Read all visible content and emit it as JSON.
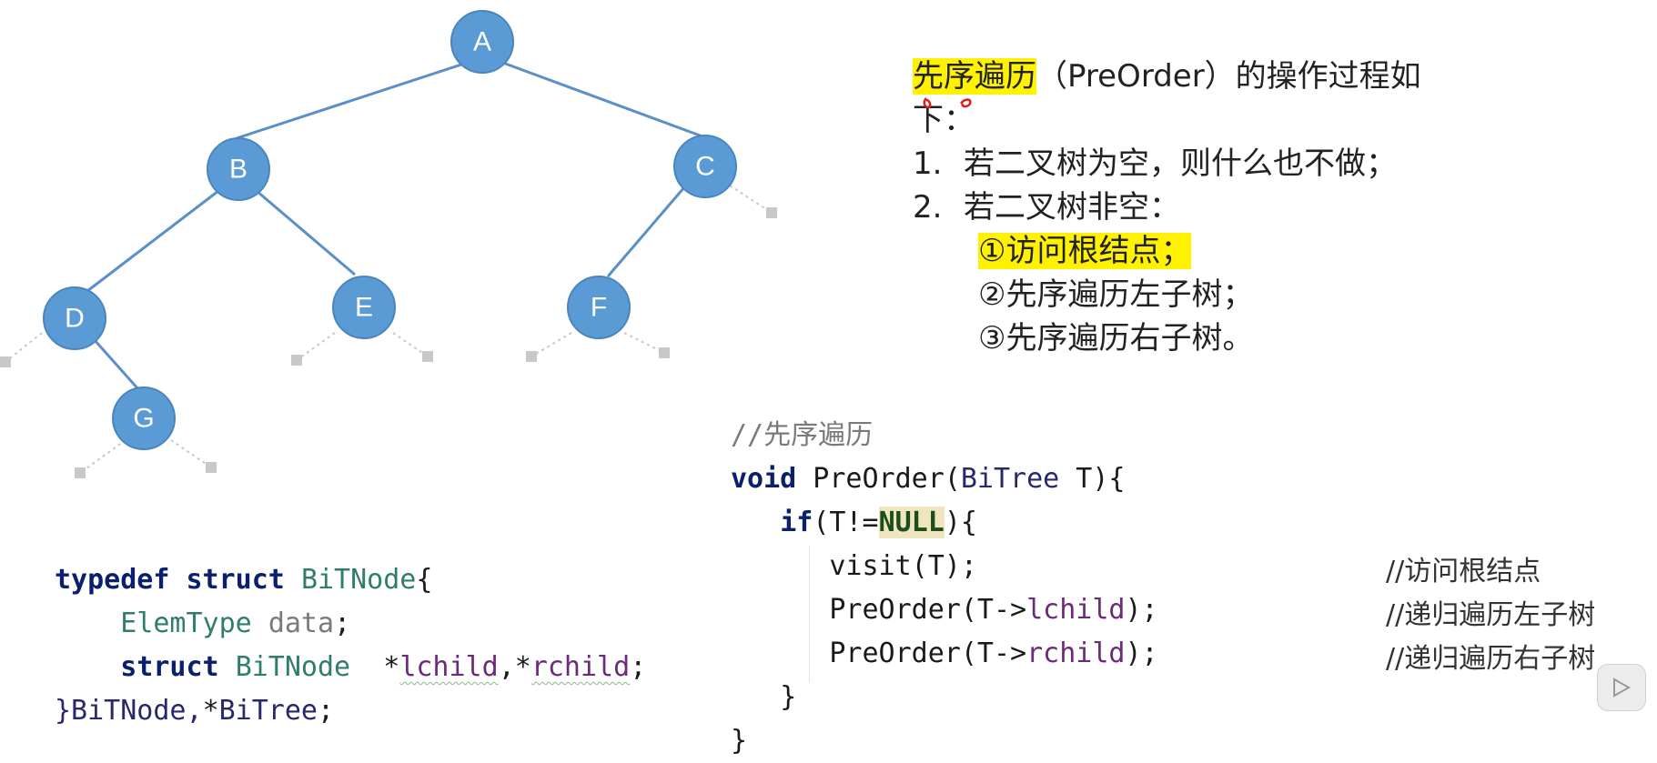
{
  "tree": {
    "nodes": [
      "A",
      "B",
      "C",
      "D",
      "E",
      "F",
      "G"
    ],
    "edges": [
      [
        "A",
        "B"
      ],
      [
        "A",
        "C"
      ],
      [
        "B",
        "D"
      ],
      [
        "B",
        "E"
      ],
      [
        "C",
        "F"
      ],
      [
        "D",
        "G"
      ]
    ],
    "node_color": "#5b9bd5",
    "edge_color": "#5b8fc7"
  },
  "description": {
    "title_highlight": "先序遍历",
    "title_rest": "（PreOrder）的操作过程如",
    "title_cont": "下：",
    "step1_num": "1.",
    "step1_text": "若二叉树为空，则什么也不做；",
    "step2_num": "2.",
    "step2_text": "若二叉树非空：",
    "sub1": "①访问根结点；",
    "sub2": "②先序遍历左子树；",
    "sub3": "③先序遍历右子树。",
    "highlight_color": "#fff200"
  },
  "struct_code": {
    "typedef": "typedef",
    "struct": "struct",
    "name": "BiTNode",
    "brace_open": "{",
    "elemtype": "ElemType",
    "data": "data",
    "semi": ";",
    "struct2": "struct",
    "name2": "BiTNode",
    "ptrs_star1": "*",
    "lchild": "lchild",
    "comma_star": ",*",
    "rchild": "rchild",
    "close": "}BiTNode,",
    "ptr_star": "*",
    "bitree": "BiTree",
    "end": ";"
  },
  "preorder_code": {
    "comment": "//先序遍历",
    "void": "void",
    "func_sig": " PreOrder(",
    "bitree": "BiTree",
    "param": " T){",
    "if_kw": "if",
    "if_cond": "(T!=",
    "null": "NULL",
    "if_end": "){",
    "visit": "visit(T);",
    "pre_l_a": "PreOrder(T->",
    "lchild": "lchild",
    "pre_end": ");",
    "pre_r_a": "PreOrder(T->",
    "rchild": "rchild",
    "close_inner": "}",
    "close_outer": "}",
    "comment_visit": "//访问根结点",
    "comment_left": "//递归遍历左子树",
    "comment_right": "//递归遍历右子树"
  },
  "icons": {
    "play": "play-icon"
  }
}
